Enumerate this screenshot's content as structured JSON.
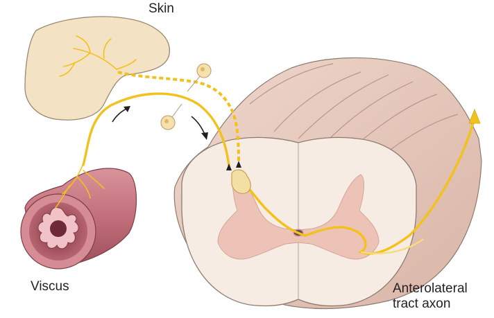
{
  "labels": {
    "skin": "Skin",
    "viscus": "Viscus",
    "tract_line1": "Anterolateral",
    "tract_line2": "tract axon"
  },
  "colors": {
    "nerve": "#f2c11c",
    "skin_fill": "#f3e2c4",
    "cord_white_matter": "#f6ece3",
    "cord_grey_matter": "#ecc3b6",
    "meninges": "#e5c9bd",
    "viscus_wall": "#c0707a",
    "viscus_lumen": "#6e2a38",
    "outline": "#8d7a6f"
  },
  "icons": [
    "arrow-up-icon",
    "curved-arrow-icon"
  ]
}
